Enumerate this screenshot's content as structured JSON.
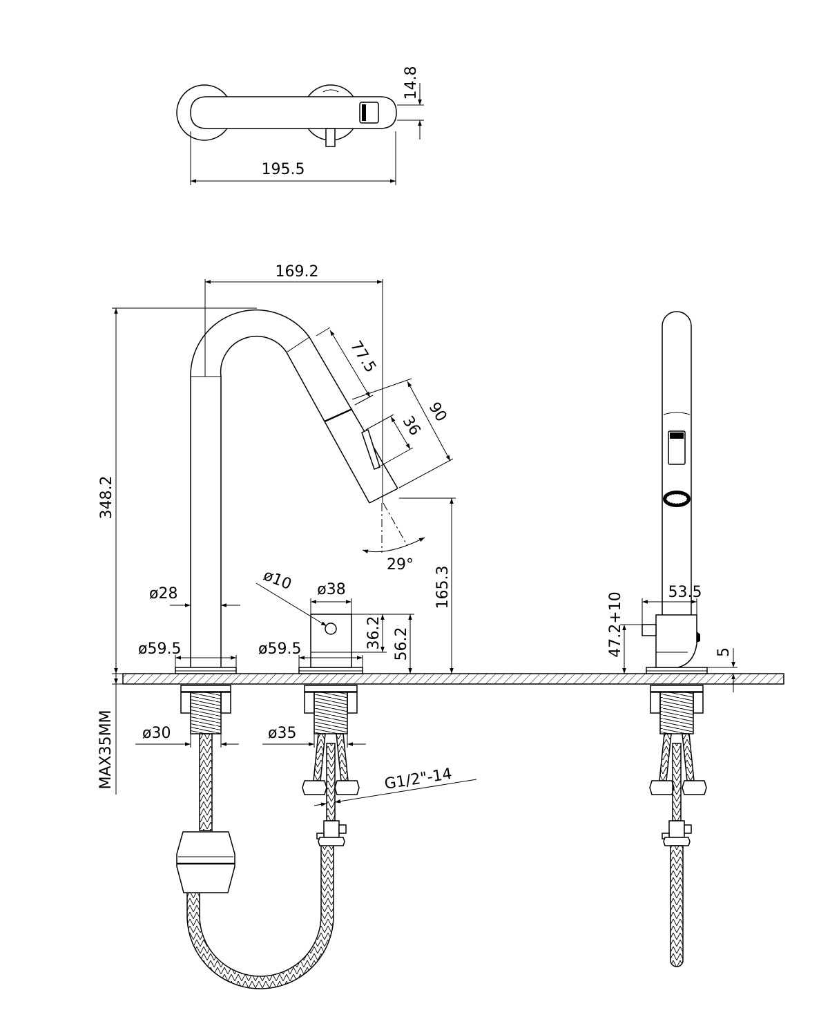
{
  "dimensions": {
    "top_view_width": "195.5",
    "top_view_depth": "14.8",
    "spout_reach": "169.2",
    "overall_height": "348.2",
    "spray_head_length": "77.5",
    "nozzle_length": "90",
    "button_length": "36",
    "spray_angle": "29°",
    "spout_outlet_height": "165.3",
    "spout_pipe_diameter": "ø28",
    "spout_base_diameter": "ø59.5",
    "handle_pin_diameter": "ø10",
    "handle_body_diameter": "ø38",
    "handle_base_diameter": "ø59.5",
    "handle_height_upper": "36.2",
    "handle_height_total": "56.2",
    "side_width": "53.5",
    "side_lever_height": "47.2+10",
    "deck_flange_thickness": "5",
    "max_deck_thickness": "MAX35MM",
    "spout_shank_diameter": "ø30",
    "handle_shank_diameter": "ø35",
    "connection_thread": "G1/2\"-14"
  },
  "colors": {
    "line": "#000000",
    "background": "#ffffff"
  }
}
